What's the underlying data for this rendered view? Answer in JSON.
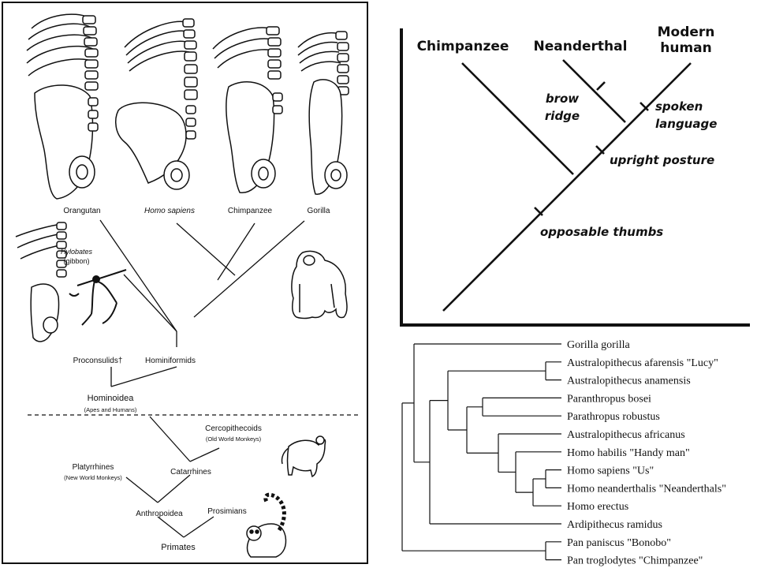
{
  "primate_tree": {
    "top_labels": {
      "orangutan": "Orangutan",
      "homo_sapiens": "Homo sapiens",
      "chimpanzee": "Chimpanzee",
      "gorilla": "Gorilla"
    },
    "hylobates": "Hylobates",
    "gibbon": "(gibbon)",
    "proconsulids": "Proconsulids†",
    "hominiformids": "Hominiformids",
    "hominoidea": "Hominoidea",
    "hominoidea_sub": "(Apes and Humans)",
    "cercopithecoids": "Cercopithecoids",
    "cercopithecoids_sub": "(Old World Monkeys)",
    "platyrrhines": "Platyrrhines",
    "platyrrhines_sub": "(New World Monkeys)",
    "catarrhines": "Catarrhines",
    "anthropoidea": "Anthropoidea",
    "prosimians": "Prosimians",
    "primates": "Primates"
  },
  "trait_tree": {
    "taxa": {
      "chimpanzee": "Chimpanzee",
      "neanderthal": "Neanderthal",
      "modern_line1": "Modern",
      "modern_line2": "human"
    },
    "traits": {
      "brow_line1": "brow",
      "brow_line2": "ridge",
      "spoken_line1": "spoken",
      "spoken_line2": "language",
      "upright": "upright posture",
      "opposable": "opposable thumbs"
    }
  },
  "hominin_tree": {
    "taxa": [
      "Gorilla gorilla",
      "Australopithecus afarensis \"Lucy\"",
      "Australopithecus anamensis",
      "Paranthropus bosei",
      "Parathropus robustus",
      "Australopithecus africanus",
      "Homo habilis \"Handy man\"",
      "Homo sapiens \"Us\"",
      "Homo neanderthalis \"Neanderthals\"",
      "Homo erectus",
      "Ardipithecus ramidus",
      "Pan paniscus \"Bonobo\"",
      "Pan troglodytes \"Chimpanzee\""
    ]
  }
}
